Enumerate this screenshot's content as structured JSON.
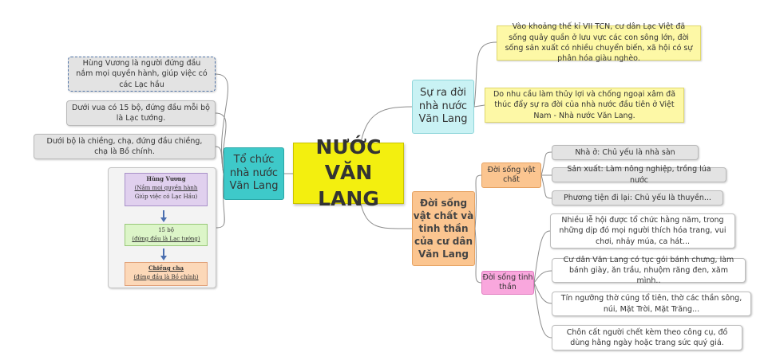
{
  "central": {
    "title": "NƯỚC VĂN LANG"
  },
  "left_branch": {
    "title": "Tổ chức nhà nước Văn Lang",
    "items": [
      "Hùng Vương là người đứng đầu nắm mọi quyền hành, giúp việc có các Lạc hầu",
      "Dưới vua có 15 bộ, đứng đầu mỗi bộ là Lạc tướng.",
      "Dưới bộ là chiềng, chạ, đứng đầu chiềng, chạ là Bồ chính."
    ],
    "org_chart": {
      "level1": {
        "title": "Hùng Vương",
        "line1": "(Nắm mọi quyền hành",
        "line2": "Giúp việc có Lạc Hầu)"
      },
      "level2": {
        "title": "15 bộ",
        "line1": "(đứng đầu là Lạc tướng)"
      },
      "level3": {
        "title": "Chiềng chạ",
        "line1": "(đứng đầu là Bồ chính)"
      }
    }
  },
  "right_branch_origin": {
    "title": "Sự ra đời nhà nước Văn Lang",
    "items": [
      "Vào khoảng thế kỉ VII TCN, cư dân Lạc Việt đã sống quây quần ở lưu vực các con sông lớn, đời sống sản xuất có nhiều chuyển biến, xã hội có sự phân hóa giàu nghèo.",
      "Do nhu cầu làm thủy lợi và chống ngoại xâm đã thúc đẩy sự ra đời của nhà nước đầu tiên ở Việt Nam - Nhà nước Văn Lang."
    ]
  },
  "right_branch_life": {
    "title": "Đời sống vật chất và tinh thần của cư dân Văn Lang",
    "material": {
      "title": "Đời sống vật chất",
      "items": [
        "Nhà ở: Chủ yếu là nhà sàn",
        "Sản xuất: Làm nông nghiệp, trồng lúa nước",
        "Phương tiện đi lại: Chủ yếu là thuyền..."
      ]
    },
    "spiritual": {
      "title": "Đời sống tinh thần",
      "items": [
        "Nhiều lễ hội được tổ chức hằng năm, trong những dịp đó mọi người thích hóa trang, vui chơi, nhảy múa, ca hát...",
        "Cư dân Văn Lang có tục gói bánh chưng, làm bánh giày, ăn trầu, nhuộm răng đen, xăm mình..",
        "Tín ngưỡng thờ cúng tổ tiên, thờ các thần sông, núi, Mặt Trời, Mặt Trăng...",
        "Chôn cất người chết kèm theo công cụ, đồ dùng hằng ngày hoặc trang sức quý giá."
      ]
    }
  },
  "colors": {
    "central": "#f3ef0f",
    "left_branch": "#3ec9c9",
    "origin_branch": "#c9f2f4",
    "life_branch": "#fbc590",
    "spiritual": "#f9a7dd",
    "origin_leaves": "#fdf8a6",
    "connector": "#8c8c8c"
  }
}
